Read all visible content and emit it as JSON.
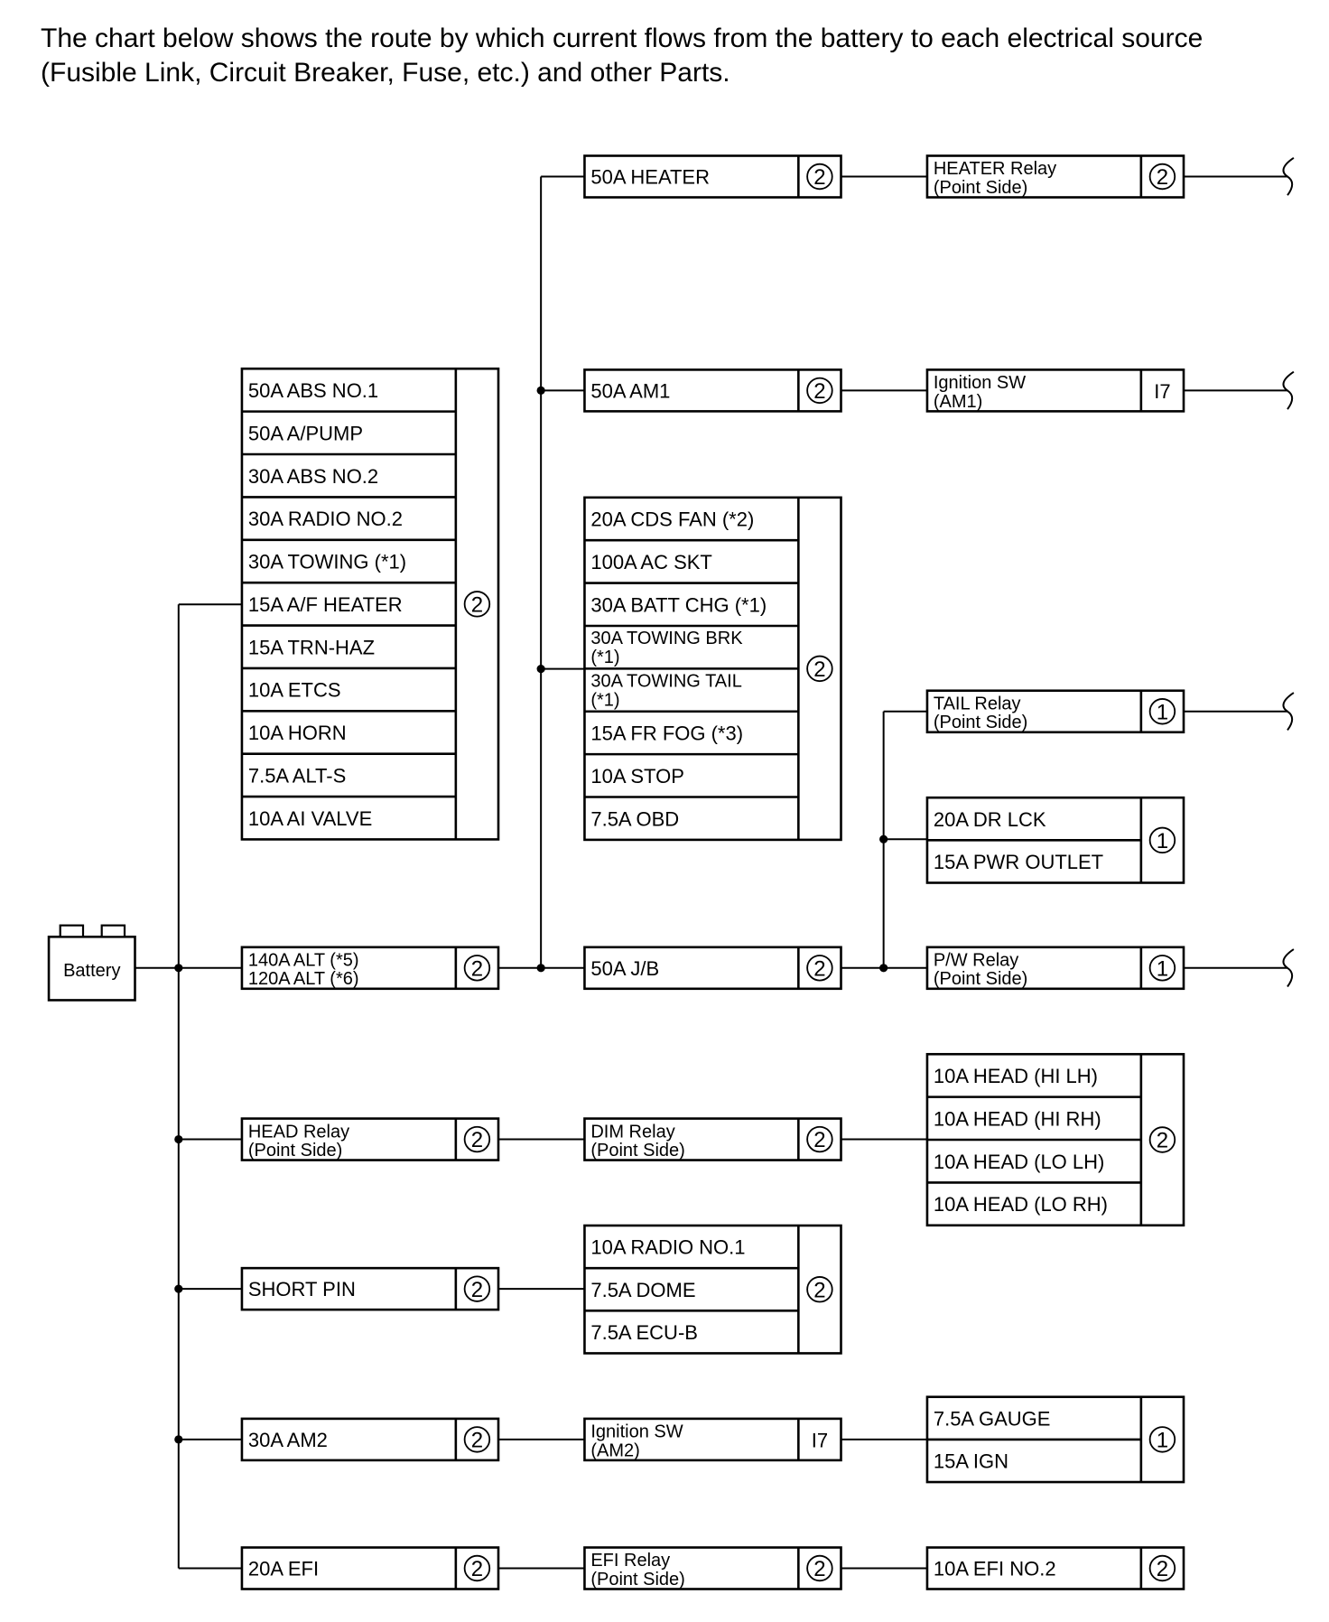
{
  "intro": {
    "line1": "The chart below shows the route by which current flows from the battery to each electrical source",
    "line2": "(Fusible Link, Circuit Breaker, Fuse, etc.) and other Parts."
  },
  "battery": {
    "label": "Battery"
  },
  "boxes": [
    {
      "id": "b-heater",
      "lines": [
        "50A HEATER"
      ],
      "conn": "2"
    },
    {
      "id": "b-heater-relay",
      "lines": [
        "HEATER Relay",
        "(Point Side)"
      ],
      "conn": "2"
    },
    {
      "id": "b-am1",
      "lines": [
        "50A AM1"
      ],
      "conn": "2"
    },
    {
      "id": "b-ign-am1",
      "lines": [
        "Ignition SW",
        "(AM1)"
      ],
      "conn": "I7"
    },
    {
      "id": "b-alt",
      "lines": [
        "140A ALT (*5)",
        "120A ALT (*6)"
      ],
      "conn": "2"
    },
    {
      "id": "b-jb",
      "lines": [
        "50A J/B"
      ],
      "conn": "2"
    },
    {
      "id": "b-tail-relay",
      "lines": [
        "TAIL Relay",
        "(Point Side)"
      ],
      "conn": "1"
    },
    {
      "id": "b-pw-relay",
      "lines": [
        "P/W Relay",
        "(Point Side)"
      ],
      "conn": "1"
    },
    {
      "id": "b-head-relay",
      "lines": [
        "HEAD Relay",
        "(Point Side)"
      ],
      "conn": "2"
    },
    {
      "id": "b-dim-relay",
      "lines": [
        "DIM Relay",
        "(Point Side)"
      ],
      "conn": "2"
    },
    {
      "id": "b-short-pin",
      "lines": [
        "SHORT PIN"
      ],
      "conn": "2"
    },
    {
      "id": "b-am2",
      "lines": [
        "30A AM2"
      ],
      "conn": "2"
    },
    {
      "id": "b-ign-am2",
      "lines": [
        "Ignition SW",
        "(AM2)"
      ],
      "conn": "I7"
    },
    {
      "id": "b-efi",
      "lines": [
        "20A EFI"
      ],
      "conn": "2"
    },
    {
      "id": "b-efi-relay",
      "lines": [
        "EFI Relay",
        "(Point Side)"
      ],
      "conn": "2"
    },
    {
      "id": "b-efi-no2",
      "lines": [
        "10A EFI NO.2"
      ],
      "conn": "2"
    }
  ],
  "groups": [
    {
      "id": "g-left",
      "conn": "2",
      "items": [
        [
          "50A ABS NO.1"
        ],
        [
          "50A A/PUMP"
        ],
        [
          "30A ABS NO.2"
        ],
        [
          "30A RADIO NO.2"
        ],
        [
          "30A TOWING (*1)"
        ],
        [
          "15A A/F HEATER"
        ],
        [
          "15A TRN-HAZ"
        ],
        [
          "10A ETCS"
        ],
        [
          "10A HORN"
        ],
        [
          "7.5A ALT-S"
        ],
        [
          "10A AI VALVE"
        ]
      ]
    },
    {
      "id": "g-mid",
      "conn": "2",
      "items": [
        [
          "20A CDS FAN (*2)"
        ],
        [
          "100A AC SKT"
        ],
        [
          "30A BATT CHG (*1)"
        ],
        [
          "30A TOWING BRK",
          "(*1)"
        ],
        [
          "30A TOWING TAIL",
          "(*1)"
        ],
        [
          "15A FR FOG (*3)"
        ],
        [
          "10A STOP"
        ],
        [
          "7.5A OBD"
        ]
      ]
    },
    {
      "id": "g-drlck",
      "conn": "1",
      "items": [
        [
          "20A DR LCK"
        ],
        [
          "15A PWR OUTLET"
        ]
      ]
    },
    {
      "id": "g-head",
      "conn": "2",
      "items": [
        [
          "10A HEAD (HI LH)"
        ],
        [
          "10A HEAD (HI RH)"
        ],
        [
          "10A HEAD (LO LH)"
        ],
        [
          "10A HEAD (LO RH)"
        ]
      ]
    },
    {
      "id": "g-radio",
      "conn": "2",
      "items": [
        [
          "10A RADIO NO.1"
        ],
        [
          "7.5A DOME"
        ],
        [
          "7.5A ECU-B"
        ]
      ]
    },
    {
      "id": "g-gauge",
      "conn": "1",
      "items": [
        [
          "7.5A GAUGE"
        ],
        [
          "15A IGN"
        ]
      ]
    }
  ]
}
